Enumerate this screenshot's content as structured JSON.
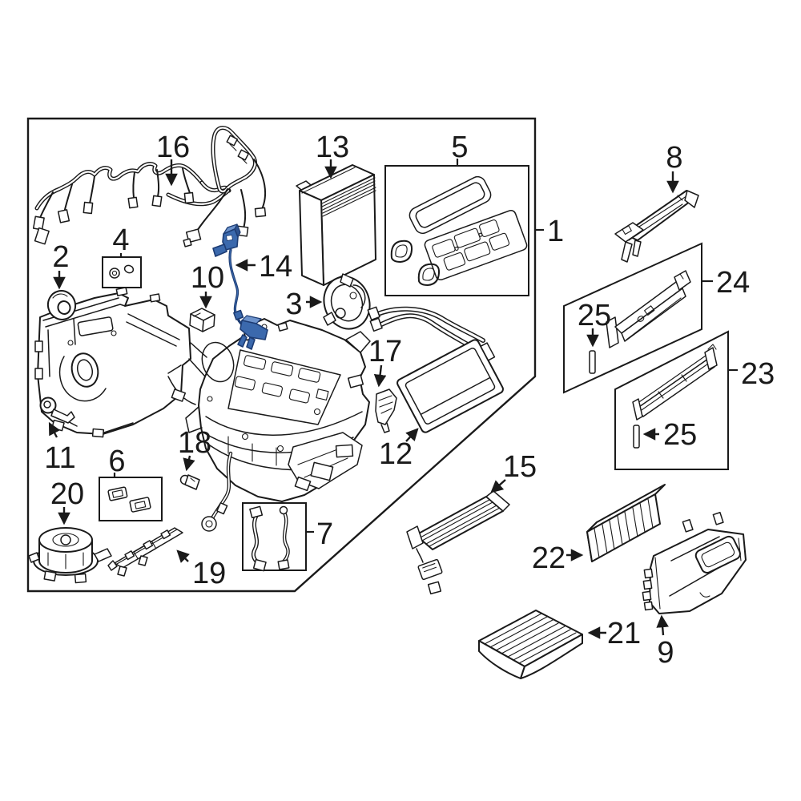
{
  "figure": {
    "type": "exploded-parts-diagram",
    "subject": "HVAC evaporator and heater components",
    "background": "#ffffff",
    "line_color": "#1a1a1a",
    "highlight_color": "#3b69ad",
    "highlight_dark": "#1d3c73",
    "highlight_mid": "#2d528f",
    "highlight_light": "#6d93cc"
  },
  "callouts": {
    "c1": "1",
    "c2": "2",
    "c3": "3",
    "c4": "4",
    "c5": "5",
    "c6": "6",
    "c7": "7",
    "c8": "8",
    "c9": "9",
    "c10": "10",
    "c11": "11",
    "c12": "12",
    "c13": "13",
    "c14": "14",
    "c15": "15",
    "c16": "16",
    "c17": "17",
    "c18": "18",
    "c19": "19",
    "c20": "20",
    "c21": "21",
    "c22": "22",
    "c23": "23",
    "c24": "24",
    "c25a": "25",
    "c25b": "25"
  }
}
